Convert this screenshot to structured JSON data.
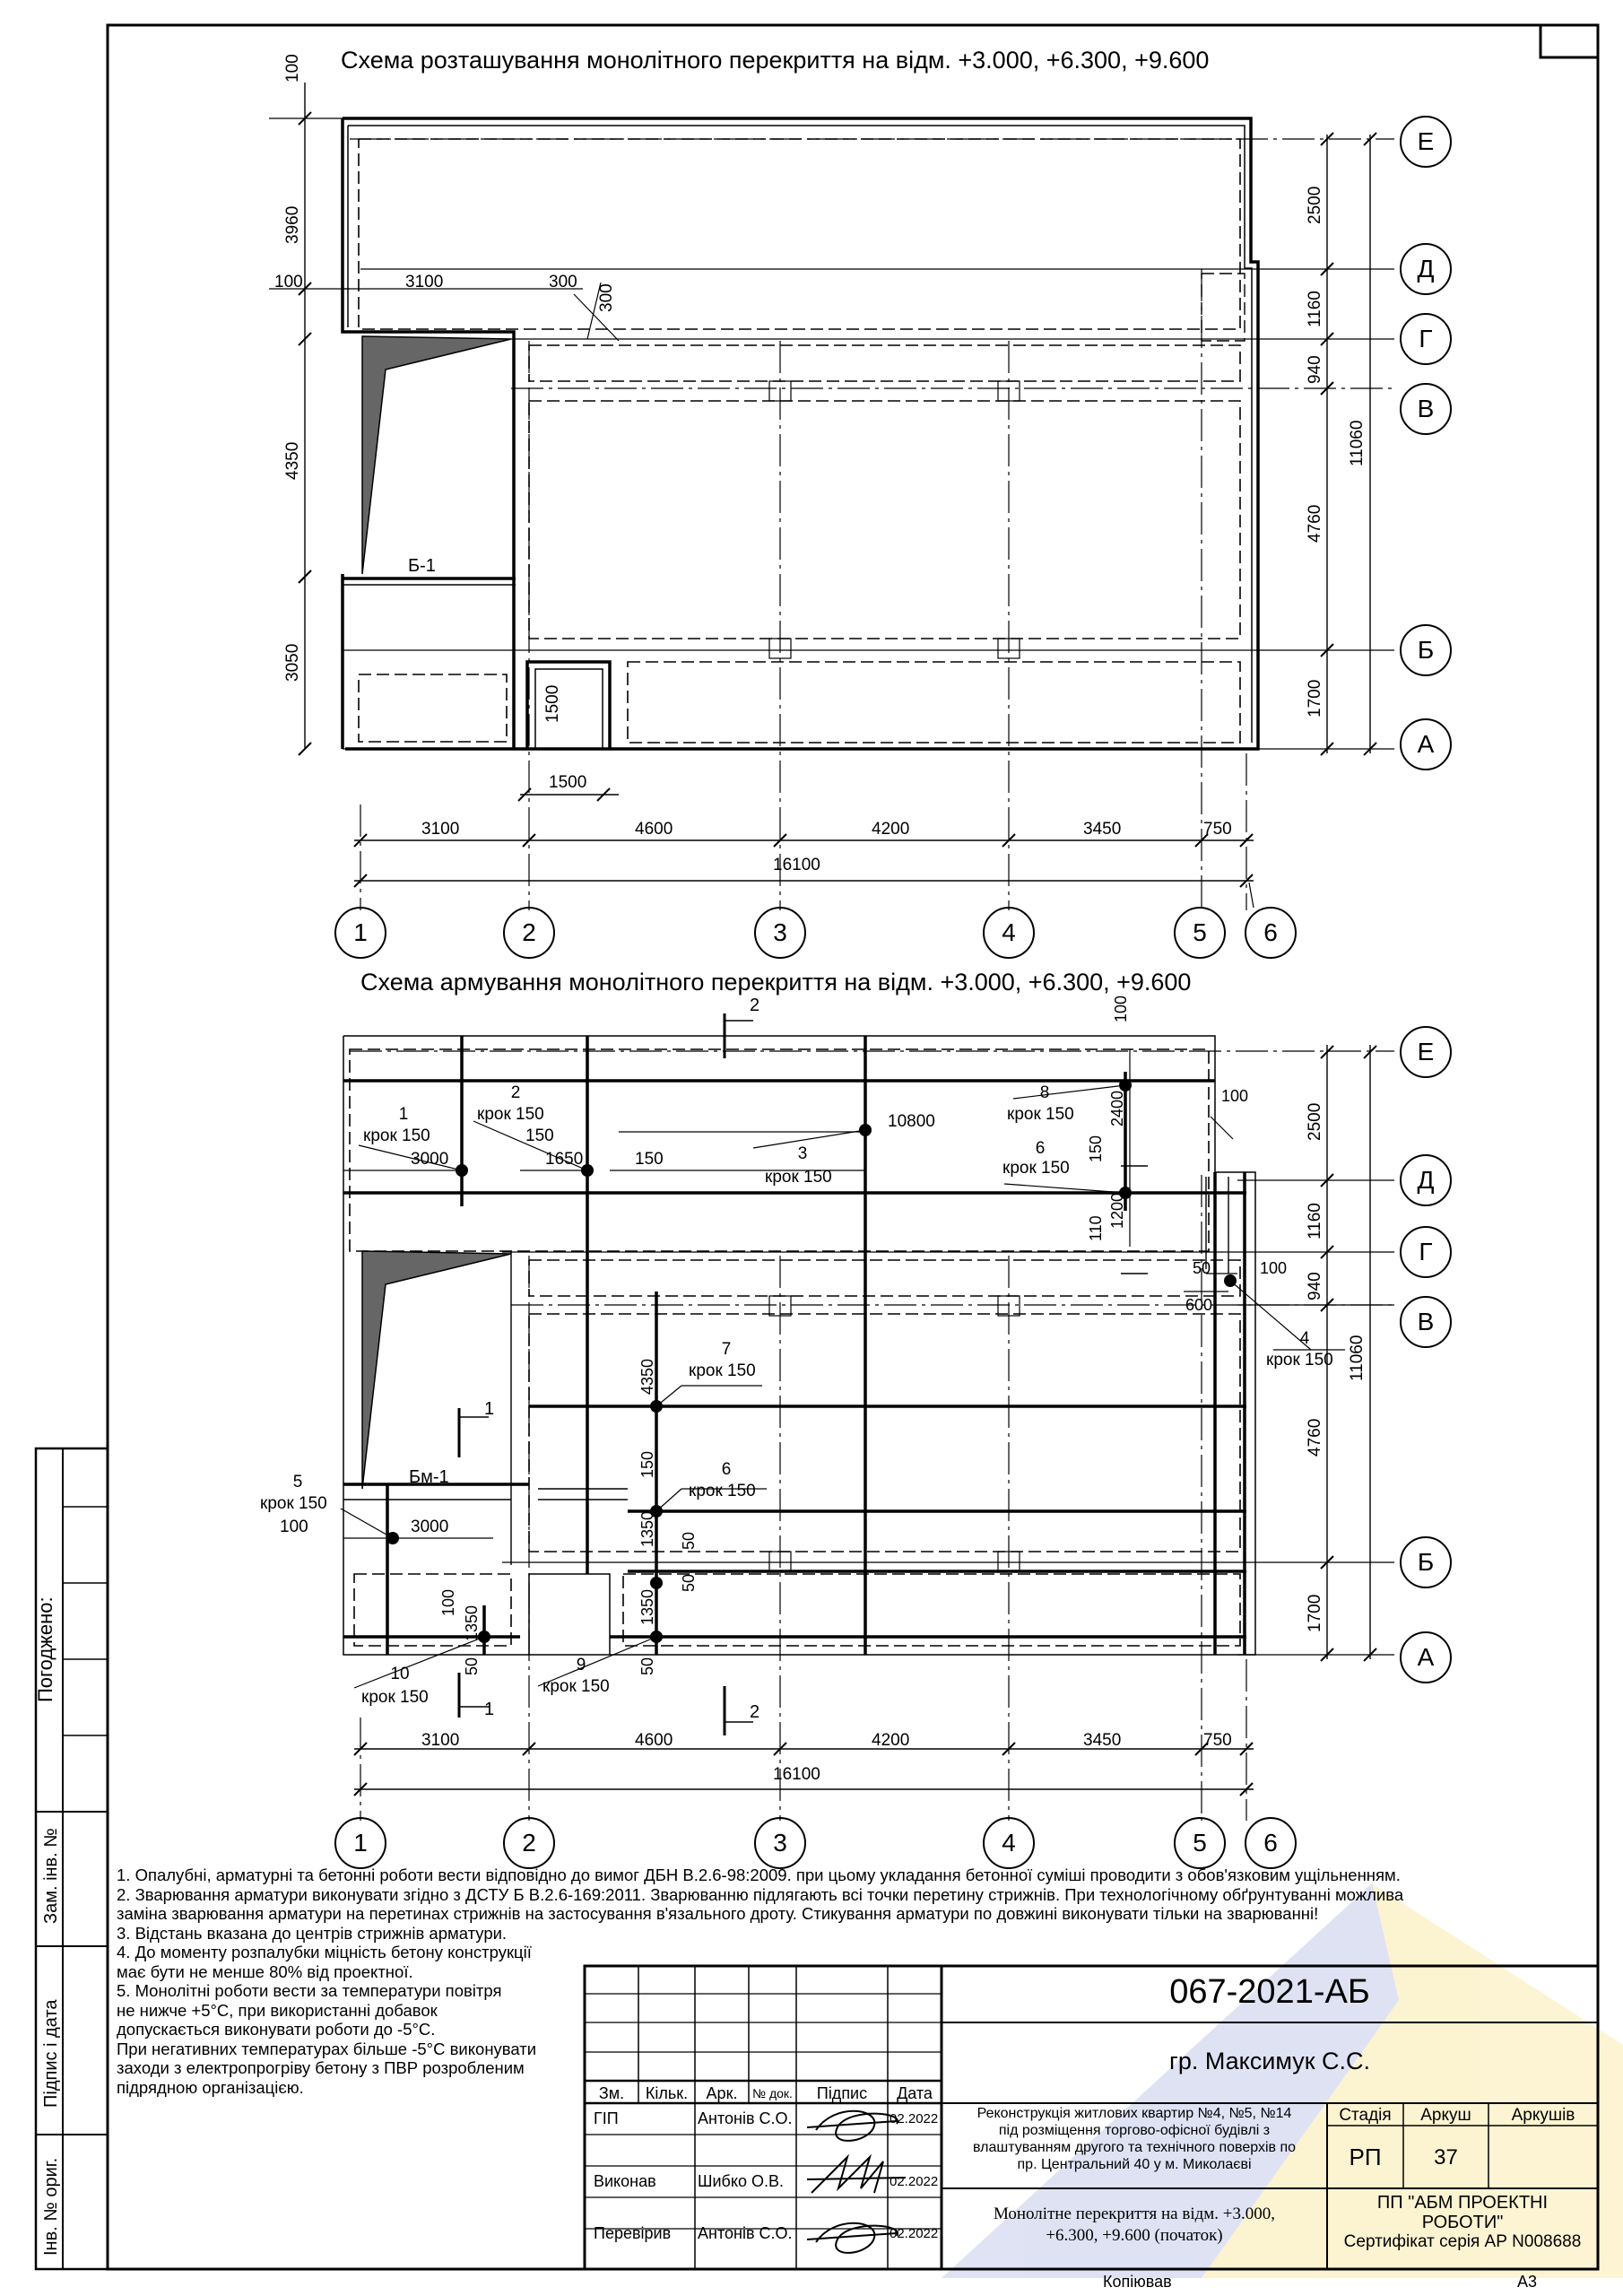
{
  "plan1": {
    "title": "Схема розташування монолітного перекриття на відм. +3.000, +6.300, +9.600",
    "dims_bottom": [
      "3100",
      "4600",
      "4200",
      "3450",
      "750"
    ],
    "dim_total": "16100",
    "dims_left": [
      "100",
      "3960",
      "100",
      "4350",
      "3050"
    ],
    "dims_right": [
      "2500",
      "1160",
      "940",
      "4760",
      "1700"
    ],
    "dim_right_total": "11060",
    "dims_top_misc": [
      "3100",
      "300",
      "300"
    ],
    "dims_opening": [
      "1500",
      "1500"
    ],
    "beam_label": "Б-1"
  },
  "plan2": {
    "title": "Схема армування монолітного перекриття на відм. +3.000, +6.300, +9.600",
    "dims_bottom": [
      "3100",
      "4600",
      "4200",
      "3450",
      "750"
    ],
    "dim_total": "16100",
    "dims_right": [
      "2500",
      "1160",
      "940",
      "4760",
      "1700"
    ],
    "dim_right_total": "11060",
    "beam_label": "Бм-1",
    "section_marks": [
      "2",
      "2",
      "1",
      "1"
    ],
    "rebar": [
      {
        "num": "1",
        "step": "крок 150",
        "len": "3000"
      },
      {
        "num": "2",
        "step": "крок 150",
        "len": "1650",
        "off": "150"
      },
      {
        "num": "3",
        "step": "крок 150",
        "len": "10800",
        "off": "150"
      },
      {
        "num": "4",
        "step": "крок 150"
      },
      {
        "num": "5",
        "step": "крок 150",
        "len": "3000",
        "off": "100"
      },
      {
        "num": "6",
        "step": "крок 150"
      },
      {
        "num": "6",
        "step": "крок 150"
      },
      {
        "num": "7",
        "step": "крок 150"
      },
      {
        "num": "8",
        "step": "крок 150"
      },
      {
        "num": "9",
        "step": "крок 150"
      },
      {
        "num": "10",
        "step": "крок 150"
      }
    ],
    "misc_dims": [
      "100",
      "2400",
      "150",
      "1200",
      "110",
      "100",
      "50",
      "100",
      "600",
      "4350",
      "150",
      "1350",
      "50",
      "50",
      "1350",
      "50",
      "100",
      "1350",
      "50"
    ]
  },
  "axes_letters": [
    "Е",
    "Д",
    "Г",
    "В",
    "Б",
    "А"
  ],
  "axes_numbers": [
    "1",
    "2",
    "3",
    "4",
    "5",
    "6"
  ],
  "notes": [
    "1. Опалубні, арматурні та бетонні роботи вести відповідно до вимог ДБН В.2.6-98:2009. при цьому укладання бетонної суміші проводити з обов'язковим ущільненням.",
    "2. Зварювання арматури виконувати згідно з ДСТУ Б В.2.6-169:2011. Зварюванню підлягають всі точки перетину стрижнів. При технологічному обґрунтуванні можлива",
    "заміна зварювання арматури на перетинах стрижнів на застосування в'язального дроту. Стикування арматури по довжині виконувати тільки на зварюванні!",
    "3. Відстань вказана до центрів стрижнів арматури.",
    "4. До моменту розпалубки міцність бетону конструкції",
    "має бути не менше 80% від проектної.",
    "5. Монолітні роботи вести за температури повітря",
    "не нижче +5°С, при використанні добавок",
    "допускається виконувати роботи до -5°С.",
    "При негативних температурах більше -5°С виконувати",
    "заходи з електропрогріву бетону з ПВР розробленим",
    "підрядною організацією."
  ],
  "side_stamp": {
    "agreed": "Погоджено:",
    "inv_zam": "Зам. інв. №",
    "sign_date": "Підпис і дата",
    "inv_orig": "Інв. № ориг."
  },
  "title_block": {
    "code": "067-2021-АБ",
    "group": "гр. Максимук С.С.",
    "headers": [
      "Зм.",
      "Кільк.",
      "Арк.",
      "№ док.",
      "Підпис",
      "Дата"
    ],
    "rows": [
      {
        "role": "ГІП",
        "name": "Антонів С.О.",
        "date": "02.2022"
      },
      {
        "role": "Виконав",
        "name": "Шибко О.В.",
        "date": "02.2022"
      },
      {
        "role": "Перевірив",
        "name": "Антонів С.О.",
        "date": "02.2022"
      }
    ],
    "project": [
      "Реконструкція житлових квартир №4, №5, №14",
      "під розміщення торгово-офісної будівлі з",
      "влаштуванням другого та технічного поверхів по",
      "пр. Центральний 40 у м. Миколаєві"
    ],
    "sheet_title": [
      "Монолітне перекриття на відм. +3.000,",
      "+6.300, +9.600 (початок)"
    ],
    "stage_label": "Стадія",
    "sheet_label": "Аркуш",
    "sheets_label": "Аркушів",
    "stage": "РП",
    "sheet": "37",
    "org": [
      "ПП \"АБМ ПРОЕКТНІ",
      "РОБОТИ\"",
      "Сертифікат серія АР N008688"
    ],
    "copied": "Копіював",
    "format": "А3"
  }
}
